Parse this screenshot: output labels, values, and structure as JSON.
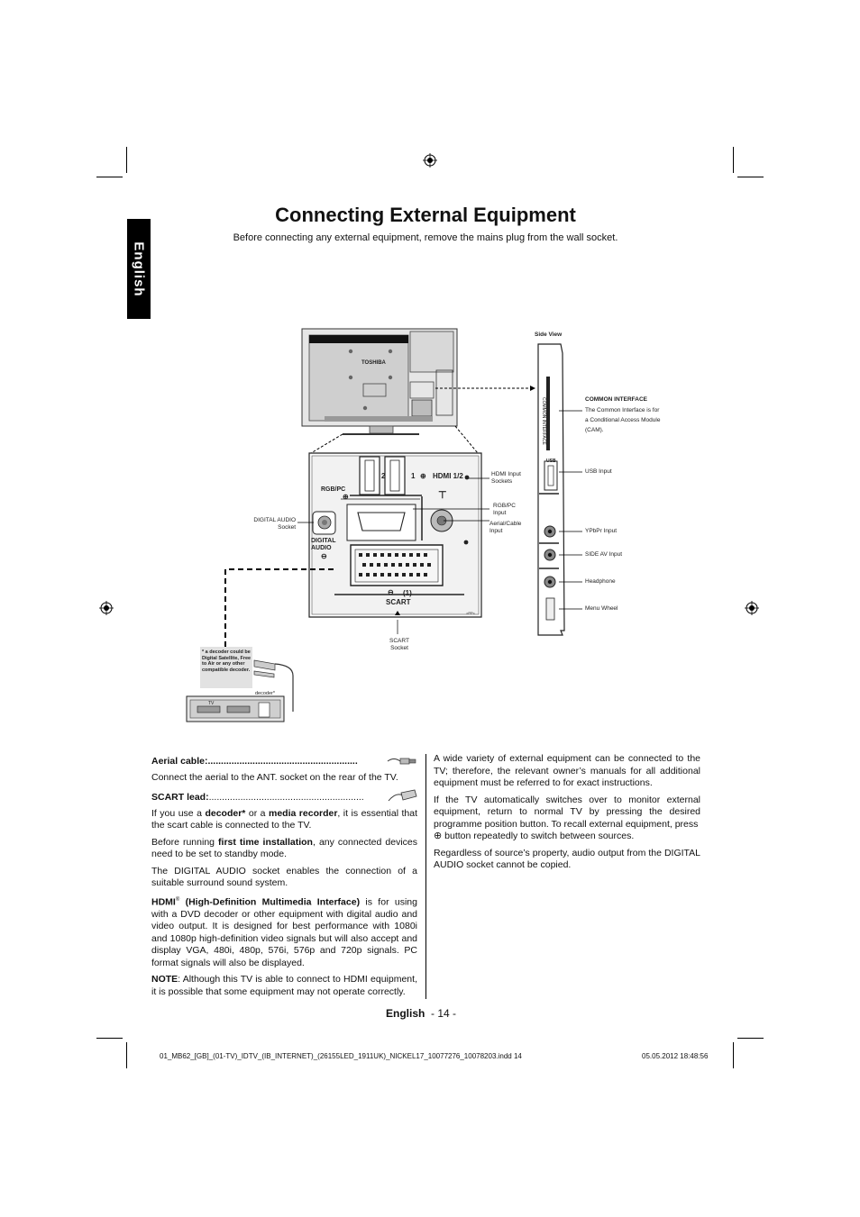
{
  "page": {
    "language_tab": "English",
    "title": "Connecting External Equipment",
    "subtitle": "Before connecting any external equipment, remove the mains plug from the wall socket."
  },
  "diagram": {
    "side_view": "Side View",
    "brand": "TOSHIBA",
    "common_interface_title": "COMMON INTERFACE",
    "common_interface_desc": "The Common Interface is for a Conditional Access Module (CAM).",
    "common_interface_vertical": "COMMON INTERFACE",
    "usb_input": "USB Input",
    "usb_port": "USB",
    "ypbpr_input": "YPbPr Input",
    "side_av_input": "SIDE AV Input",
    "headphone": "Headphone",
    "menu_wheel": "Menu Wheel",
    "hdmi_sockets": "HDMI Input Sockets",
    "hdmi_port_label": "HDMI 1/2",
    "hdmi_2": "2",
    "hdmi_1": "1",
    "rgbpc_port": "RGB/PC",
    "rgbpc_input": "RGB/PC Input",
    "aerial_input": "Aerial/Cable Input",
    "digital_audio_socket": "DIGITAL AUDIO Socket",
    "digital_audio_port": "DIGITAL AUDIO",
    "scart_port_number": "(1)",
    "scart_port": "SCART",
    "scart_socket": "SCART Socket",
    "decoder_note": "* a decoder could be Digital Satellite, Free to Air or any other compatible decoder.",
    "decoder_label": "decoder*",
    "tv_label": "TV",
    "marker": ">PP<"
  },
  "left_column": {
    "aerial_title": "Aerial cable:",
    "aerial_dots": ".........................................................",
    "aerial_text": "Connect the aerial to the ANT. socket on the rear of the TV.",
    "scart_title": "SCART lead:",
    "scart_dots": "...........................................................",
    "decoder_p1": "If you use a ",
    "decoder_b1": "decoder*",
    "decoder_p2": " or a ",
    "decoder_b2": "media recorder",
    "decoder_p3": ", it is essential that the scart cable is connected to the TV.",
    "fti_p1": "Before running ",
    "fti_b": "first time installation",
    "fti_p2": ", any connected devices need to be set to standby mode.",
    "digital_audio_text": "The DIGITAL AUDIO socket enables the connection of a suitable surround sound system.",
    "hdmi_b1": "HDMI",
    "hdmi_reg": "®",
    "hdmi_b2": " (High-Definition Multimedia Interface)",
    "hdmi_text": " is for using with a DVD decoder or other equipment with digital audio and video output. It is designed for best performance with 1080i and 1080p high-definition video signals but will also accept and display VGA, 480i, 480p, 576i, 576p and 720p signals. PC format signals will also be displayed.",
    "note_b": "NOTE",
    "note_text": ": Although this TV is able to connect to HDMI equipment, it is possible that some equipment may not operate correctly."
  },
  "right_column": {
    "p1": "A wide variety of external equipment can be connected to the TV; therefore, the relevant owner’s manuals for all additional equipment must be referred to for exact instructions.",
    "p2": "If the TV automatically switches over to monitor external equipment, return to normal TV by pressing the desired programme position button. To recall external equipment, press",
    "p2_end": " button repeatedly to switch between sources.",
    "p3": "Regardless of source’s property, audio output from the DIGITAL AUDIO socket cannot be copied."
  },
  "footer": {
    "language": "English",
    "page": "- 14 -",
    "file": "01_MB62_[GB]_(01-TV)_IDTV_(IB_INTERNET)_(26155LED_1911UK)_NICKEL17_10077276_10078203.indd   14",
    "date": "05.05.2012   18:48:56"
  }
}
